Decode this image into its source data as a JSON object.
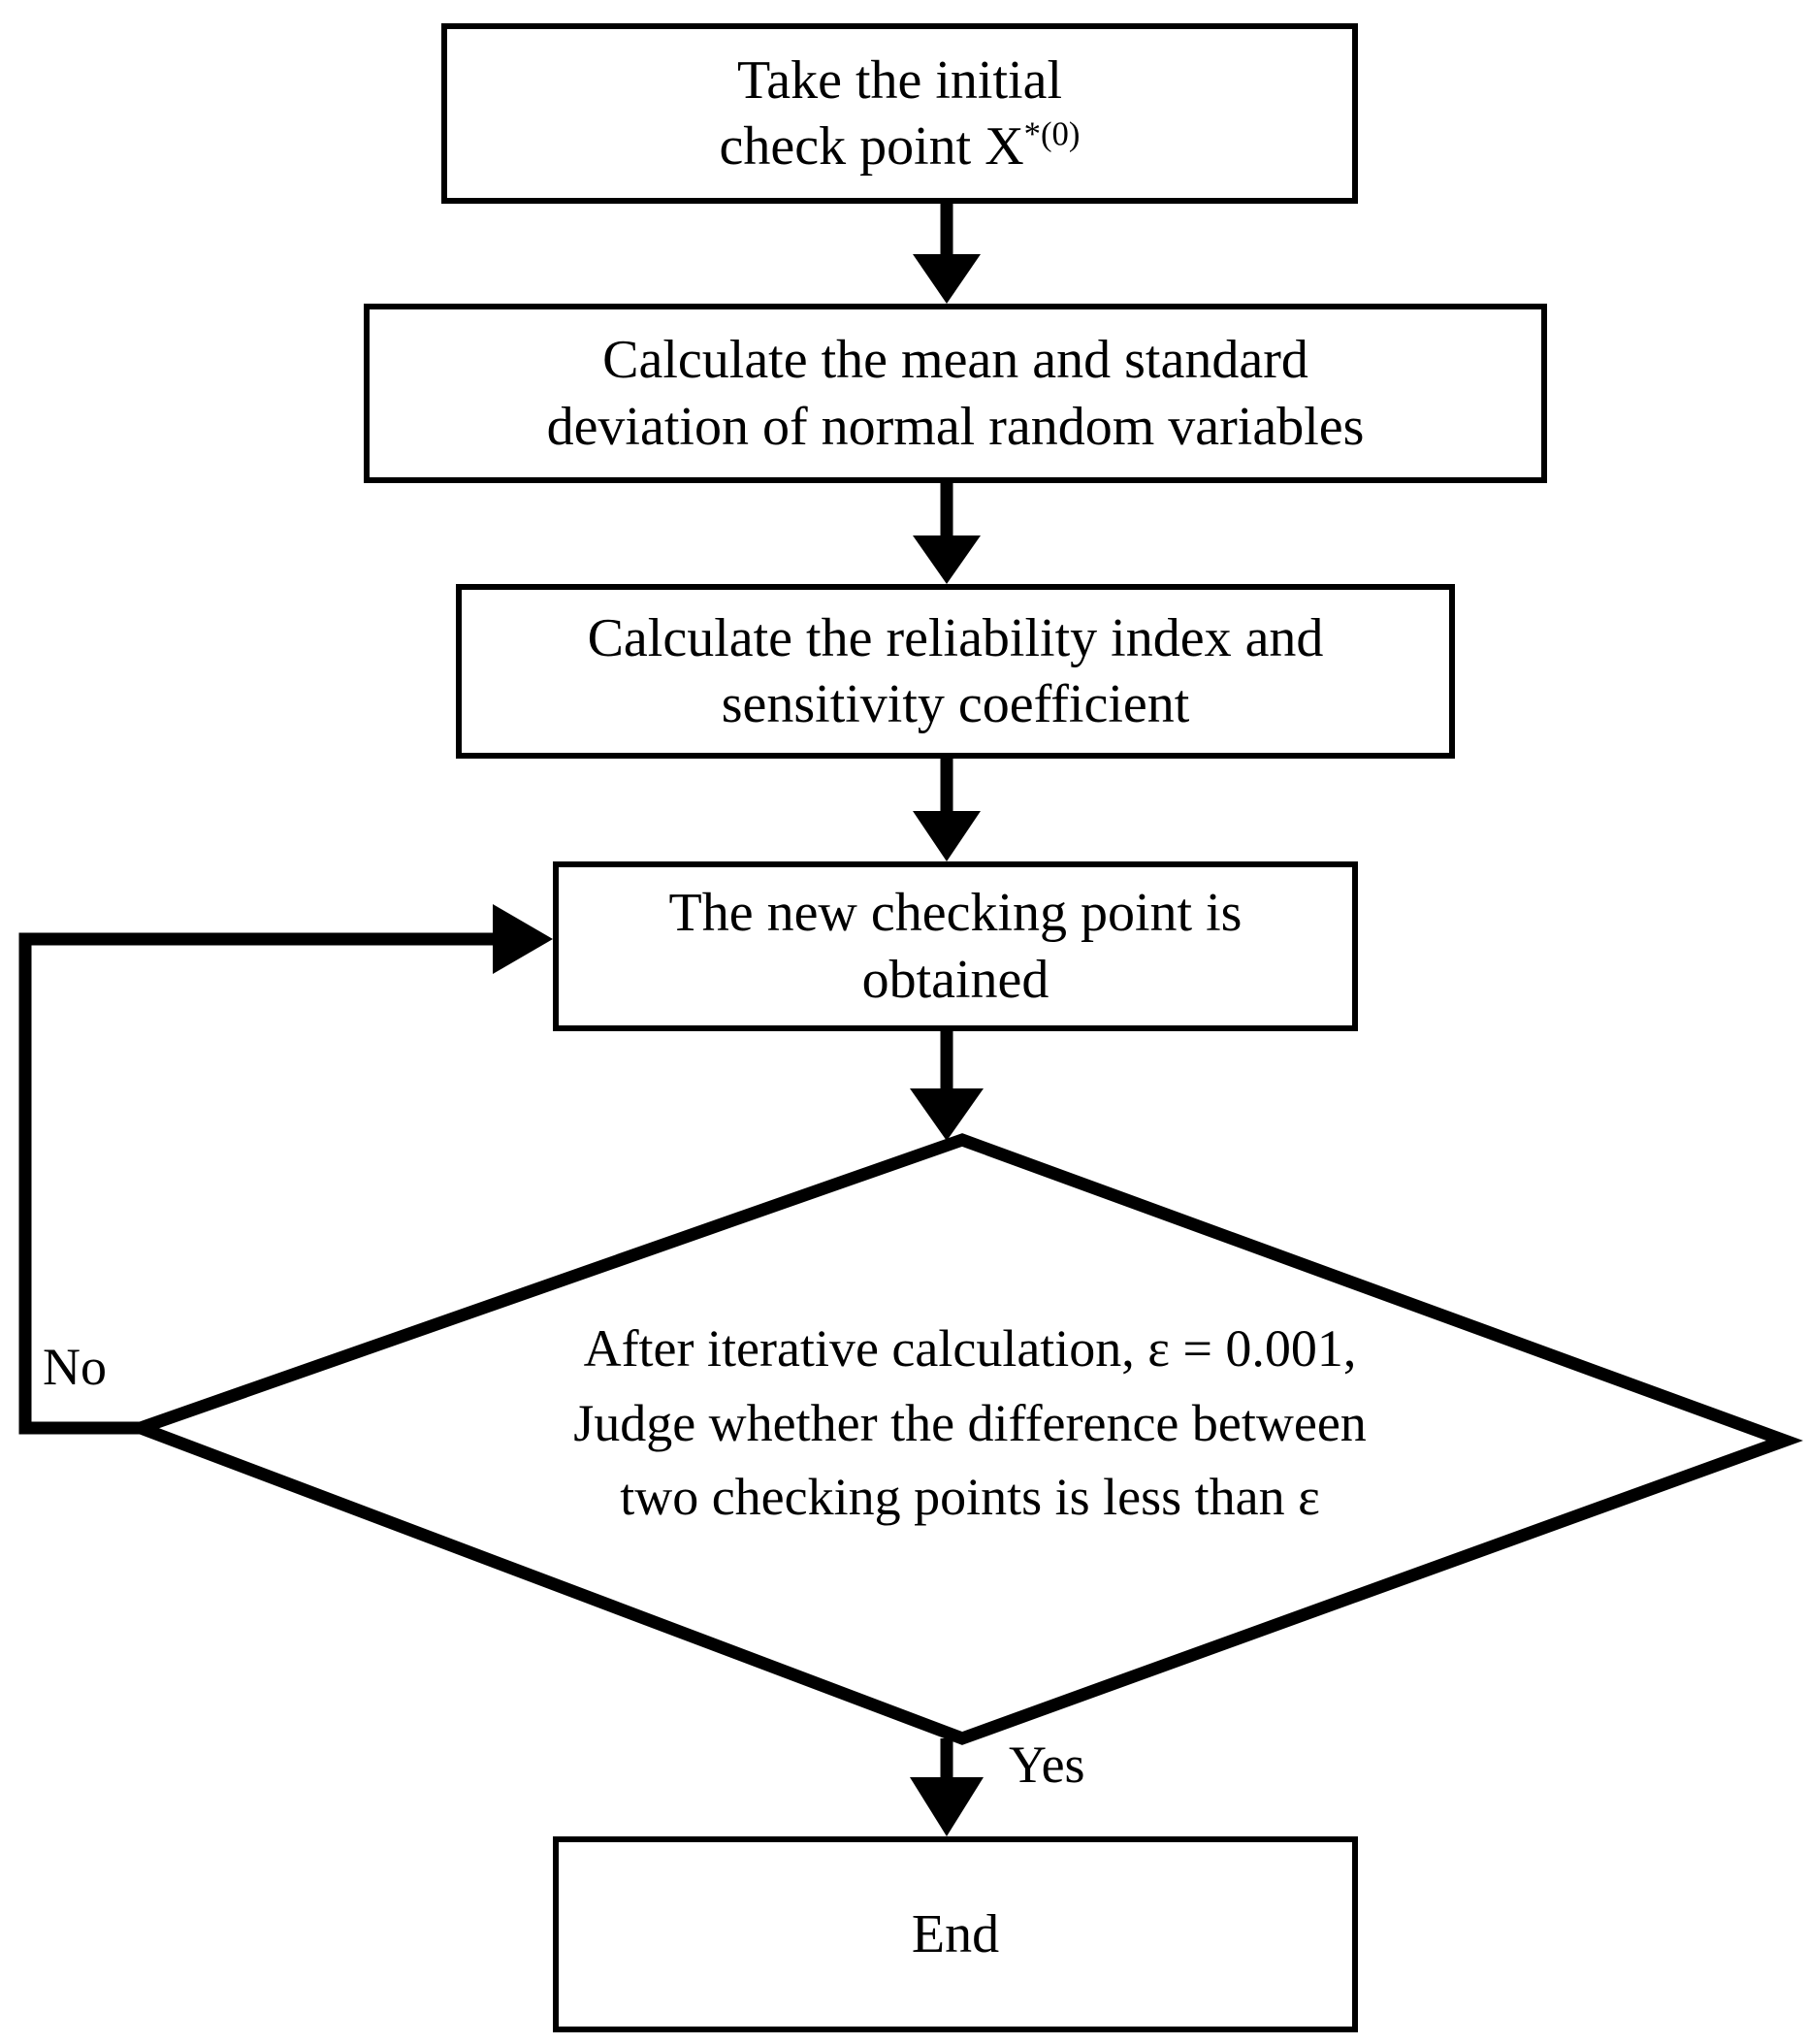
{
  "diagram": {
    "type": "flowchart",
    "title": "Reliability index iterative calculation flowchart",
    "colors": {
      "stroke": "#000000",
      "fill": "#ffffff",
      "text": "#000000"
    },
    "nodes": [
      {
        "id": "start",
        "shape": "rectangle",
        "line1": "Take the initial",
        "line2_pre": "check point X",
        "line2_sup": "*(0)",
        "text": "Take the initial\ncheck point X*(0)"
      },
      {
        "id": "calc-stats",
        "shape": "rectangle",
        "text": "Calculate the mean and standard\ndeviation of normal random variables"
      },
      {
        "id": "calc-index",
        "shape": "rectangle",
        "text": "Calculate the reliability index and\nsensitivity coefficient"
      },
      {
        "id": "new-point",
        "shape": "rectangle",
        "text": "The new checking point is\nobtained"
      },
      {
        "id": "decision",
        "shape": "diamond",
        "text": "After iterative calculation, ε = 0.001,\nJudge whether the difference between\ntwo checking points is less than ε",
        "epsilon_symbol": "ε",
        "epsilon_value": "0.001"
      },
      {
        "id": "end",
        "shape": "rectangle",
        "text": "End"
      }
    ],
    "edge_labels": {
      "no": "No",
      "yes": "Yes"
    },
    "edges": [
      {
        "from": "start",
        "to": "calc-stats",
        "label": ""
      },
      {
        "from": "calc-stats",
        "to": "calc-index",
        "label": ""
      },
      {
        "from": "calc-index",
        "to": "new-point",
        "label": ""
      },
      {
        "from": "new-point",
        "to": "decision",
        "label": ""
      },
      {
        "from": "decision",
        "to": "new-point",
        "label": "No"
      },
      {
        "from": "decision",
        "to": "end",
        "label": "Yes"
      }
    ]
  }
}
